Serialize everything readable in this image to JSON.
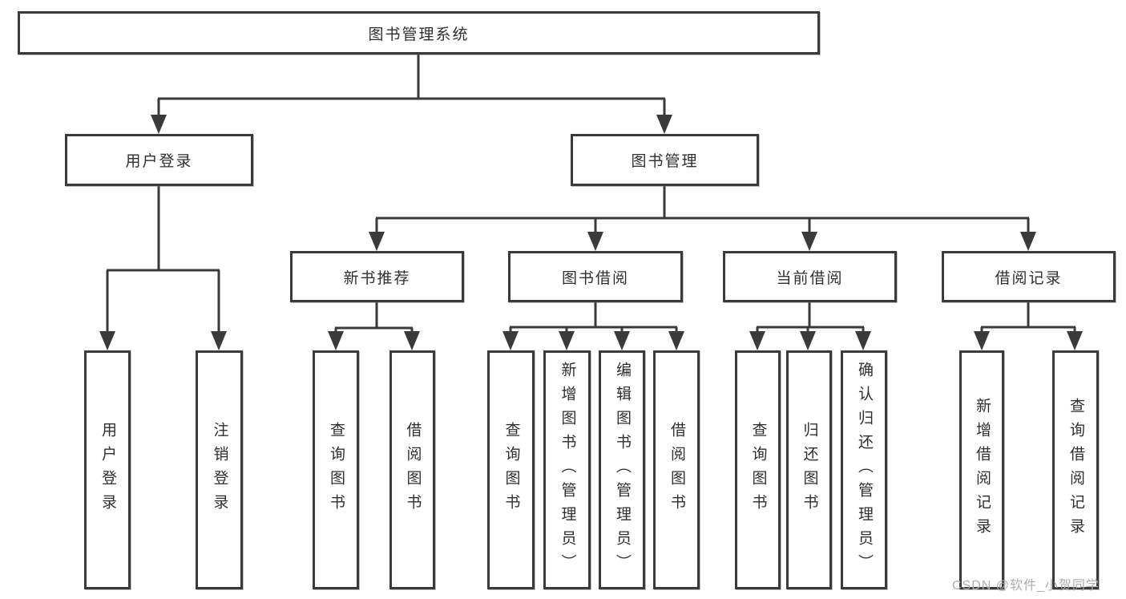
{
  "tree": {
    "label": "图书管理系统",
    "children": [
      {
        "label": "用户登录",
        "children": [
          {
            "label": "用户登录"
          },
          {
            "label": "注销登录"
          }
        ]
      },
      {
        "label": "图书管理",
        "children": [
          {
            "label": "新书推荐",
            "children": [
              {
                "label": "查询图书"
              },
              {
                "label": "借阅图书"
              }
            ]
          },
          {
            "label": "图书借阅",
            "children": [
              {
                "label": "查询图书"
              },
              {
                "label": "新增图书（管理员）"
              },
              {
                "label": "编辑图书（管理员）"
              },
              {
                "label": "借阅图书"
              }
            ]
          },
          {
            "label": "当前借阅",
            "children": [
              {
                "label": "查询图书"
              },
              {
                "label": "归还图书"
              },
              {
                "label": "确认归还（管理员）"
              }
            ]
          },
          {
            "label": "借阅记录",
            "children": [
              {
                "label": "新增借阅记录"
              },
              {
                "label": "查询借阅记录"
              }
            ]
          }
        ]
      }
    ]
  },
  "watermark": {
    "text": "CSDN @软件_小贺同学"
  },
  "colors": {
    "line": "#3a3a3a",
    "text": "#2f2f2f",
    "box_background": "#ffffff",
    "watermark": "#aeaeae"
  }
}
